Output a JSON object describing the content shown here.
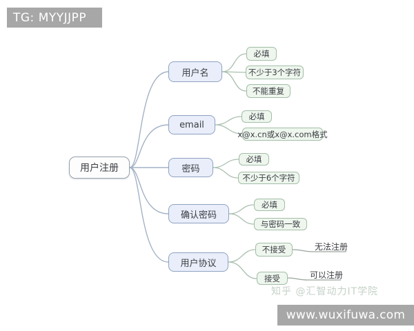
{
  "overlays": {
    "top_banner": "TG: MYYJJPP",
    "bottom_banner": "www.wuxifuwa.com",
    "watermark": "知乎 @汇智动力IT学院"
  },
  "colors": {
    "banner_bg": "#a7a7a7",
    "root_border": "#97a1ad",
    "branch_fill": "#e9eefa",
    "branch_border": "#8ea1c0",
    "leaf_fill": "#eef6ee",
    "leaf_border": "#a3bda7",
    "wire_level2": "#a4b2c6",
    "wire_level3": "#a9bfae",
    "wire_level4": "#99a49c",
    "watermark_text": "#c5d1c7"
  },
  "mindmap": {
    "root": "用户注册",
    "branches": [
      {
        "label": "用户名",
        "children": [
          {
            "label": "必填"
          },
          {
            "label": "不少于3个字符"
          },
          {
            "label": "不能重复"
          }
        ]
      },
      {
        "label": "email",
        "children": [
          {
            "label": "必填"
          },
          {
            "label": "x@x.cn或x@x.com格式"
          }
        ]
      },
      {
        "label": "密码",
        "children": [
          {
            "label": "必填"
          },
          {
            "label": "不少于6个字符"
          }
        ]
      },
      {
        "label": "确认密码",
        "children": [
          {
            "label": "必填"
          },
          {
            "label": "与密码一致"
          }
        ]
      },
      {
        "label": "用户协议",
        "children": [
          {
            "label": "不接受",
            "outcome": "无法注册"
          },
          {
            "label": "接受",
            "outcome": "可以注册"
          }
        ]
      }
    ]
  }
}
